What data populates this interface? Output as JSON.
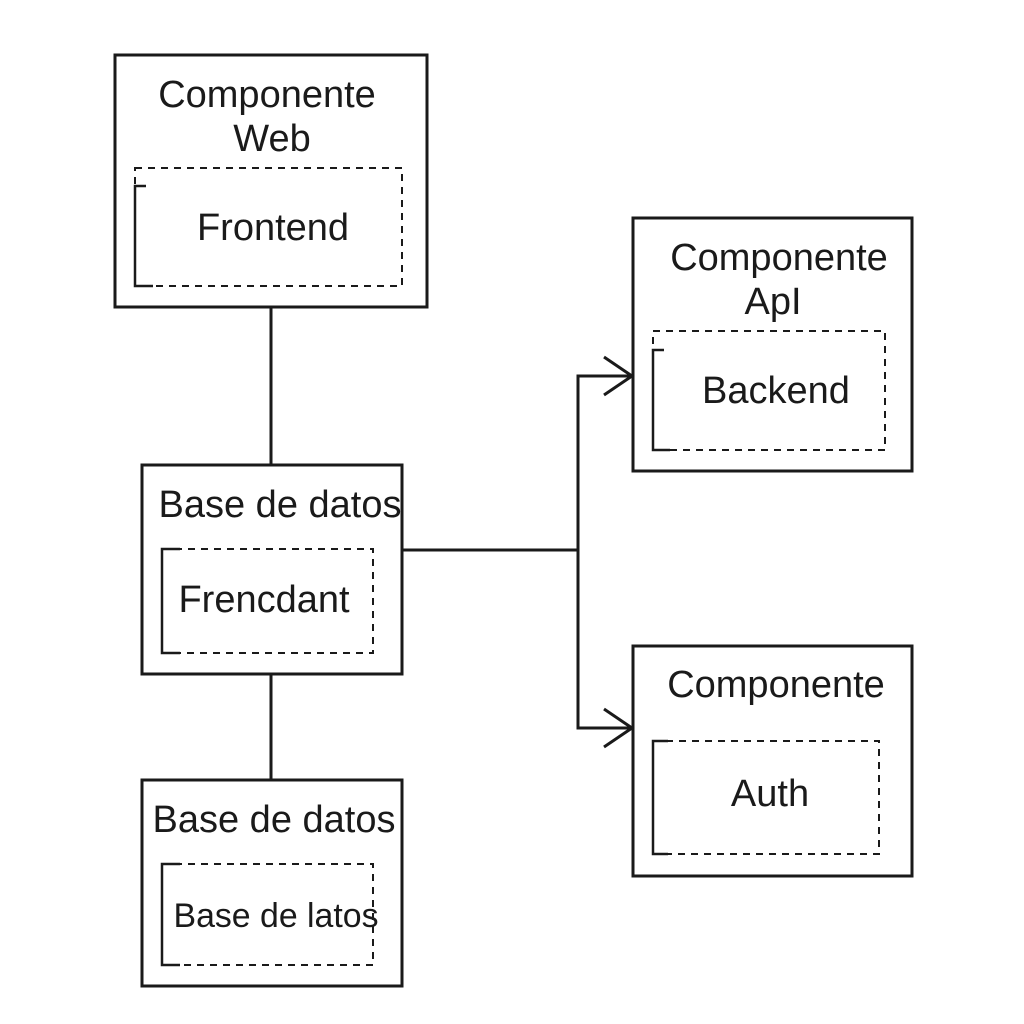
{
  "components": {
    "web": {
      "title_line1": "Componente",
      "title_line2": "Web",
      "inner_label": "Frontend"
    },
    "api": {
      "title_line1": "Componente",
      "title_line2": "ApI",
      "inner_label": "Backend"
    },
    "auth": {
      "title_line1": "Componente",
      "inner_label": "Auth"
    },
    "db_main": {
      "title_line1": "Base de datos",
      "inner_label": "Frencdant"
    },
    "db_bottom": {
      "title_line1": "Base de datos",
      "inner_label": "Base de latos"
    }
  },
  "colors": {
    "stroke": "#1a1a1a",
    "background": "#ffffff"
  }
}
